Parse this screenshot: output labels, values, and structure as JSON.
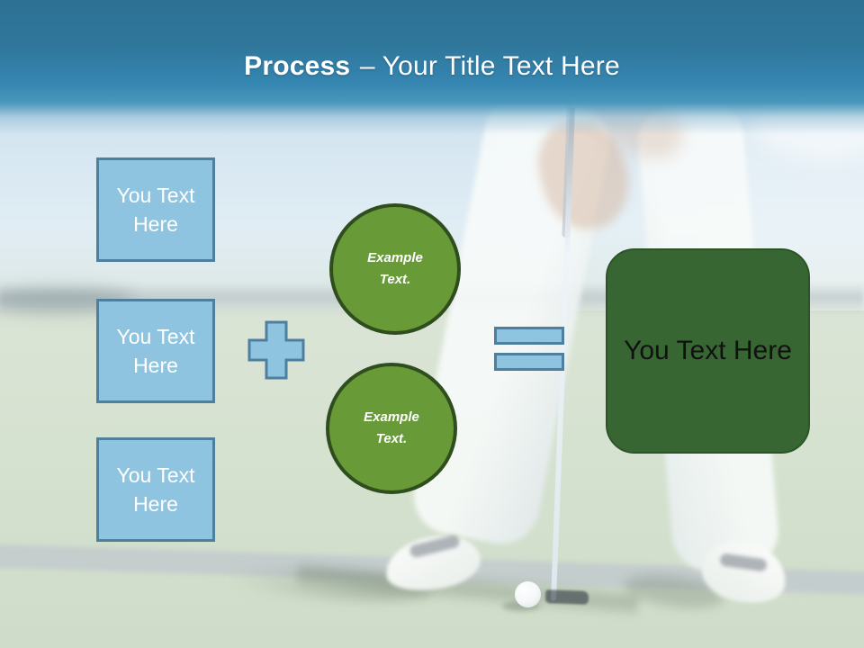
{
  "title": {
    "emphasis": "Process",
    "rest": "– Your Title Text Here"
  },
  "left_boxes": [
    {
      "label": "You Text Here"
    },
    {
      "label": "You Text Here"
    },
    {
      "label": "You Text Here"
    }
  ],
  "operators": {
    "plus": "+",
    "equals": "="
  },
  "circles": [
    {
      "label": "Example Text."
    },
    {
      "label": "Example Text."
    }
  ],
  "result_box": {
    "label": "You Text Here"
  },
  "colors": {
    "header_top": "#2d7195",
    "header_mid": "#3486b1",
    "title_text": "#ffffff",
    "box_fill": "#8fc4e0",
    "box_border": "#4e7f9e",
    "box_text": "#ffffff",
    "circle_fill": "#689b38",
    "circle_border": "#2f4e1e",
    "circle_text": "#ffffff",
    "result_fill": "#376633",
    "result_border": "#2c5428",
    "result_text": "#111111"
  }
}
